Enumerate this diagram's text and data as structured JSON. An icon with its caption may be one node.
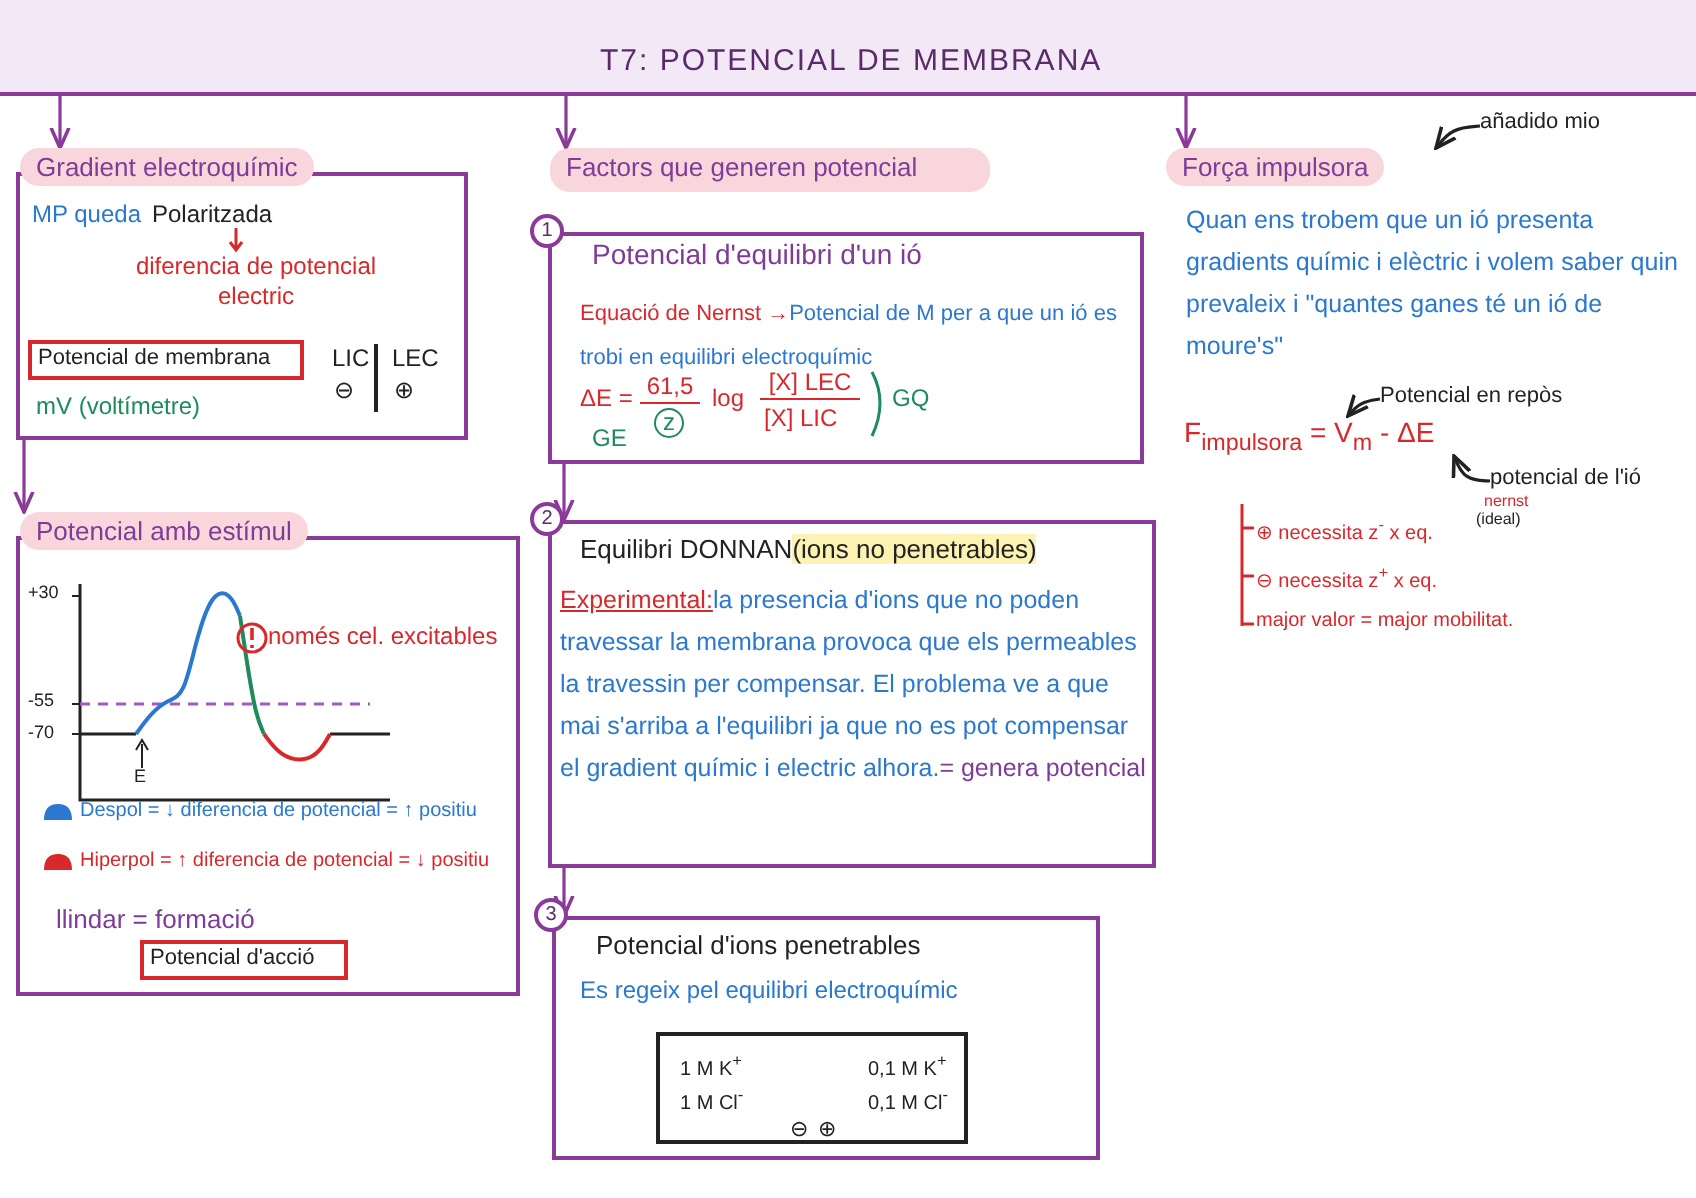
{
  "diagram": {
    "title": "T7: POTENCIAL DE MEMBRANA",
    "nodes": [
      {
        "text": [],
        "shape": "bar"
      },
      {
        "text": [
          "Gradient electroquímic",
          "MP queda",
          "Polaritzada",
          "diferencia de potencial electric",
          "mV (voltímetre)",
          "LIC",
          "LEC",
          "⊖",
          "⊕"
        ]
      },
      {
        "text": [
          "Potencial de membrana"
        ],
        "in": 1
      },
      {
        "text": [
          "Potencial amb estímul",
          "només cel. excitables",
          "llindar = formació"
        ]
      },
      {
        "text": [
          "Potencial d'acció"
        ],
        "in": 3
      },
      {
        "text": [
          "Factors que generen potencial"
        ]
      },
      {
        "text": [
          "Potencial d'equilibri d'un ió",
          "Equació de Nernst →",
          "Potencial de M per a que un ió es trobi en equilibri electroquímic",
          "ΔE =",
          "61,5",
          "z",
          "log",
          "[X] LEC",
          "[X] LIC",
          "GQ",
          "GE"
        ],
        "beside": [
          "1"
        ]
      },
      {
        "text": [
          "Equilibri DONNAN",
          "(ions no penetrables)",
          "Experimental:",
          "la presencia d'ions que no poden travessar la membrana provoca que els permeables la travessin per compensar. El problema ve a que mai s'arriba a l'equilibri ja que no es pot compensar el gradient químic i electric alhora.",
          "= genera potencial"
        ],
        "beside": [
          "2"
        ]
      },
      {
        "text": [
          "Potencial d'ions penetrables",
          "Es regeix pel equilibri electroquímic"
        ],
        "beside": [
          "3"
        ]
      },
      {
        "text": [
          "1 M K$^{+}$",
          "1 M Cl$^{-}$",
          "0,1 M K$^{+}$",
          "0,1 M Cl$^{-}$",
          "⊖",
          "⊕"
        ],
        "in": 8
      },
      {
        "text": [
          "Força impulsora",
          "Quan ens trobem que un ió presenta gradients químic i elèctric i volem saber quin prevaleix i \"quantes ganes té un ió de moure's\""
        ]
      },
      {
        "text": [
          "añadido mio"
        ]
      },
      {
        "text": [
          "Potencial en repòs"
        ]
      },
      {
        "text": [
          "potencial de l'ió"
        ]
      },
      {
        "text": [
          "F$_{impulsora}$ = V$_{m}$ - ΔE"
        ]
      }
    ],
    "edges": [
      {
        "from": 0,
        "to": 1,
        "arrow": "to"
      },
      {
        "from": 0,
        "to": 5,
        "arrow": "to"
      },
      {
        "from": 0,
        "to": 10,
        "arrow": "to"
      },
      {
        "from": 1,
        "to": 3,
        "arrow": "to"
      },
      {
        "from": 6,
        "to": 7,
        "arrow": "to"
      },
      {
        "from": 7,
        "to": 8,
        "arrow": "to"
      },
      {
        "from": 11,
        "to": 10,
        "arrow": "to",
        "color": "#222222"
      },
      {
        "from": 12,
        "to": 14,
        "arrow": "to",
        "color": "#222222"
      },
      {
        "from": 13,
        "to": 14,
        "arrow": "to",
        "color": "#222222"
      }
    ],
    "labels": [
      "+30",
      "-55",
      "-70",
      "E",
      "nernst",
      "(ideal)",
      "⊕ necessita z$^{-}$ x eq.",
      "⊖ necessita z$^{+}$ x eq.",
      "major valor = major mobilitat."
    ],
    "legend": [
      {
        "text": "Despol = ↓ diferencia de potencial = ↑ positiu",
        "color": "#2a78d0"
      },
      {
        "text": "Hiperpol = ↑ diferencia de potencial = ↓ positiu",
        "color": "#d8282c"
      }
    ]
  }
}
